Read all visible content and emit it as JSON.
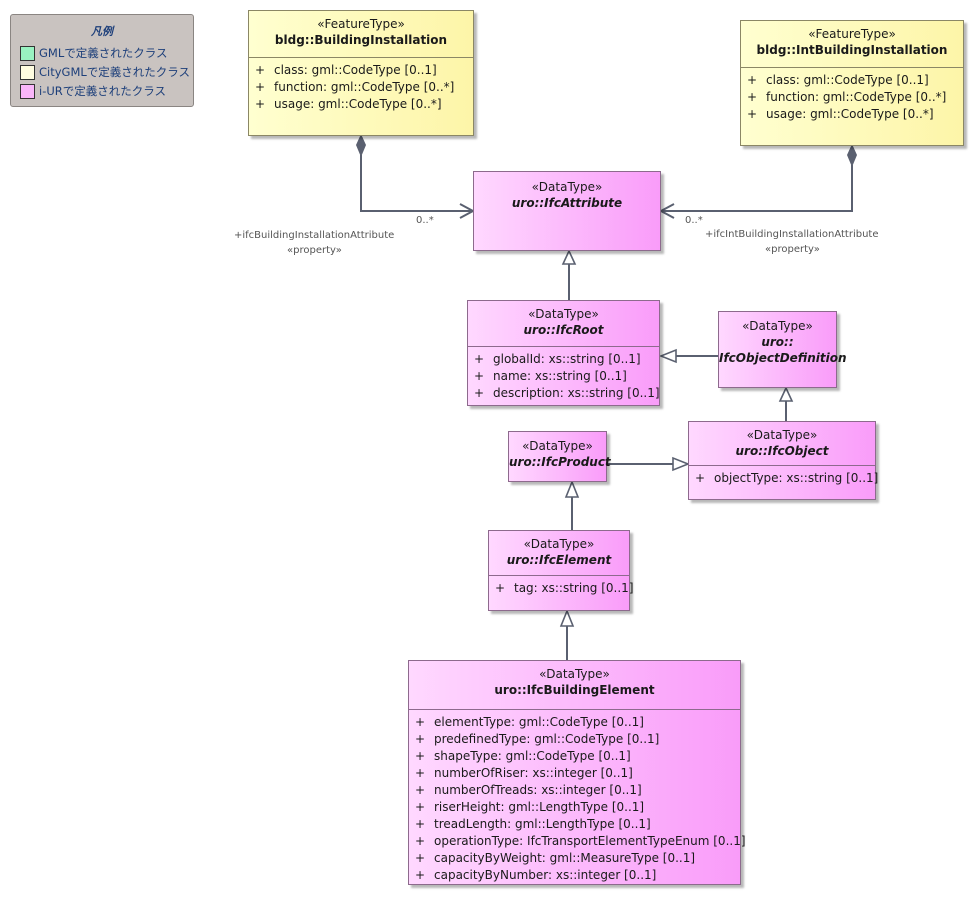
{
  "legend": {
    "title": "凡例",
    "items": [
      {
        "label": "GMLで定義されたクラス",
        "color": "#99f2c1"
      },
      {
        "label": "CityGMLで定義されたクラス",
        "color": "#fffde0"
      },
      {
        "label": "i-URで定義されたクラス",
        "color": "#f9b6f9"
      }
    ]
  },
  "colors": {
    "feature": "#fdf5a8",
    "datatype": "#f99cf9",
    "line": "#5a6070"
  },
  "classes": {
    "building_installation": {
      "stereotype": "«FeatureType»",
      "name": "bldg::BuildingInstallation",
      "attributes": [
        {
          "vis": "+",
          "text": "class: gml::CodeType [0..1]"
        },
        {
          "vis": "+",
          "text": "function: gml::CodeType [0..*]"
        },
        {
          "vis": "+",
          "text": "usage: gml::CodeType [0..*]"
        }
      ]
    },
    "int_building_installation": {
      "stereotype": "«FeatureType»",
      "name": "bldg::IntBuildingInstallation",
      "attributes": [
        {
          "vis": "+",
          "text": "class: gml::CodeType [0..1]"
        },
        {
          "vis": "+",
          "text": "function: gml::CodeType [0..*]"
        },
        {
          "vis": "+",
          "text": "usage: gml::CodeType [0..*]"
        }
      ]
    },
    "ifc_attribute": {
      "stereotype": "«DataType»",
      "name": "uro::IfcAttribute"
    },
    "ifc_root": {
      "stereotype": "«DataType»",
      "name": "uro::IfcRoot",
      "attributes": [
        {
          "vis": "+",
          "text": "globalId: xs::string [0..1]"
        },
        {
          "vis": "+",
          "text": "name: xs::string [0..1]"
        },
        {
          "vis": "+",
          "text": "description: xs::string [0..1]"
        }
      ]
    },
    "ifc_object_definition": {
      "stereotype": "«DataType»",
      "name_line1": "uro::",
      "name_line2": "IfcObjectDefinition"
    },
    "ifc_product": {
      "stereotype": "«DataType»",
      "name": "uro::IfcProduct"
    },
    "ifc_object": {
      "stereotype": "«DataType»",
      "name": "uro::IfcObject",
      "attributes": [
        {
          "vis": "+",
          "text": "objectType: xs::string [0..1]"
        }
      ]
    },
    "ifc_element": {
      "stereotype": "«DataType»",
      "name": "uro::IfcElement",
      "attributes": [
        {
          "vis": "+",
          "text": "tag: xs::string [0..1]"
        }
      ]
    },
    "ifc_building_element": {
      "stereotype": "«DataType»",
      "name": "uro::IfcBuildingElement",
      "attributes": [
        {
          "vis": "+",
          "text": "elementType: gml::CodeType [0..1]"
        },
        {
          "vis": "+",
          "text": "predefinedType: gml::CodeType [0..1]"
        },
        {
          "vis": "+",
          "text": "shapeType: gml::CodeType [0..1]"
        },
        {
          "vis": "+",
          "text": "numberOfRiser: xs::integer [0..1]"
        },
        {
          "vis": "+",
          "text": "numberOfTreads: xs::integer [0..1]"
        },
        {
          "vis": "+",
          "text": "riserHeight: gml::LengthType [0..1]"
        },
        {
          "vis": "+",
          "text": "treadLength: gml::LengthType [0..1]"
        },
        {
          "vis": "+",
          "text": "operationType: IfcTransportElementTypeEnum [0..1]"
        },
        {
          "vis": "+",
          "text": "capacityByWeight: gml::MeasureType [0..1]"
        },
        {
          "vis": "+",
          "text": "capacityByNumber: xs::integer [0..1]"
        }
      ]
    }
  },
  "associations": {
    "left": {
      "multiplicity": "0..*",
      "role": "+ifcBuildingInstallationAttribute",
      "stereotype": "«property»"
    },
    "right": {
      "multiplicity": "0..*",
      "role": "+ifcIntBuildingInstallationAttribute",
      "stereotype": "«property»"
    }
  }
}
